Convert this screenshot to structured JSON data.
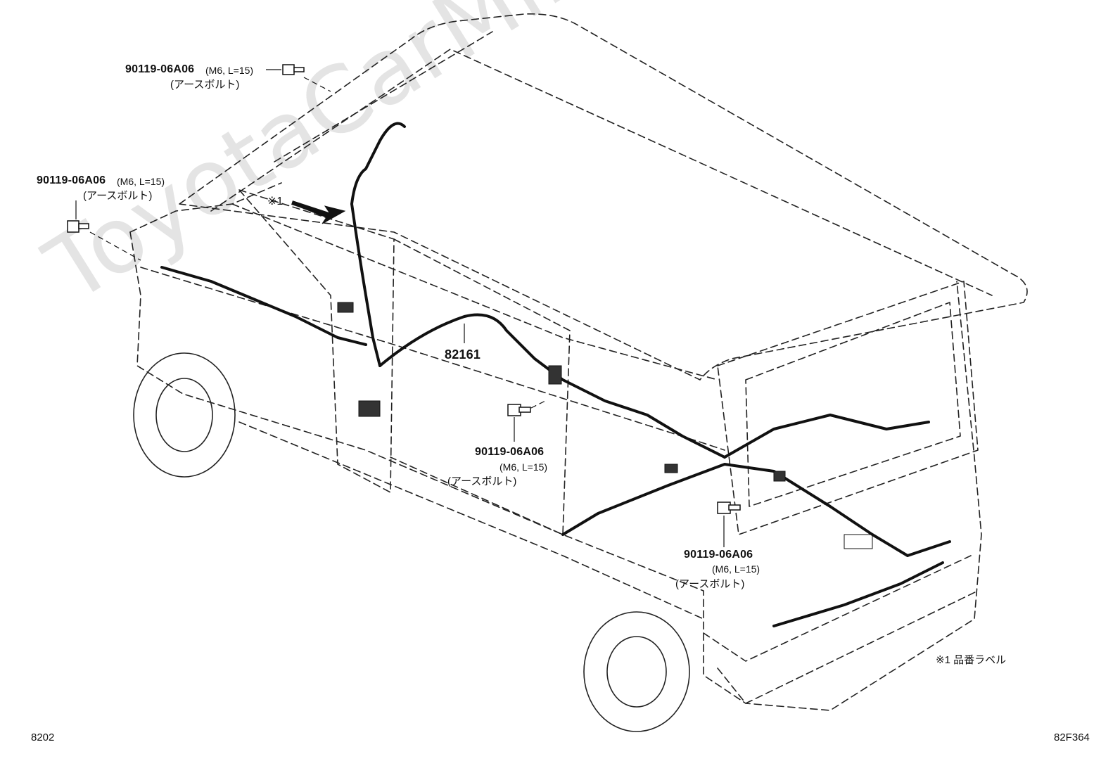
{
  "watermark": "ToyotaCarMine.ru",
  "callouts": {
    "bolt_top": {
      "part": "90119-06A06",
      "spec": "(M6, L=15)",
      "desc": "(アースボルト)"
    },
    "bolt_left": {
      "part": "90119-06A06",
      "spec": "(M6, L=15)",
      "desc": "(アースボルト)"
    },
    "bolt_mid": {
      "part": "90119-06A06",
      "spec": "(M6, L=15)",
      "desc": "(アースボルト)"
    },
    "bolt_right": {
      "part": "90119-06A06",
      "spec": "(M6, L=15)",
      "desc": "(アースボルト)"
    },
    "harness": {
      "part": "82161"
    },
    "note_marker": "※1"
  },
  "note": "※1 品番ラベル",
  "footer": {
    "left_code": "8202",
    "right_code": "82F364"
  }
}
